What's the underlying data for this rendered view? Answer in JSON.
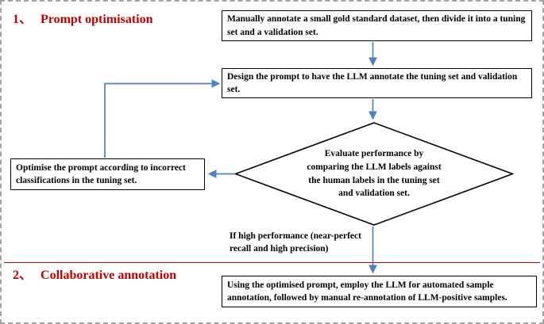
{
  "colors": {
    "arrow": "#4F81BD",
    "section_red": "#C00000",
    "box_border": "#000000",
    "dashed_border": "#a3a3a3"
  },
  "sections": [
    {
      "number": "1、",
      "title": "Prompt optimisation"
    },
    {
      "number": "2、",
      "title": "Collaborative annotation"
    }
  ],
  "flow": {
    "annotate_box": "Manually annotate a small gold standard dataset, then divide it into a tuning set and a validation set.",
    "design_box": "Design the prompt to have the LLM annotate the tuning set and validation set.",
    "optimise_box": "Optimise the prompt according to incorrect classifications in the tuning set.",
    "decision_diamond": "Evaluate performance by comparing the LLM labels against the human labels in the tuning set and validation set.",
    "condition_label": "If high performance (near-perfect recall and high precision)",
    "collaborative_box": "Using the optimised prompt, employ the LLM for automated sample annotation, followed by manual re-annotation of LLM-positive samples."
  }
}
